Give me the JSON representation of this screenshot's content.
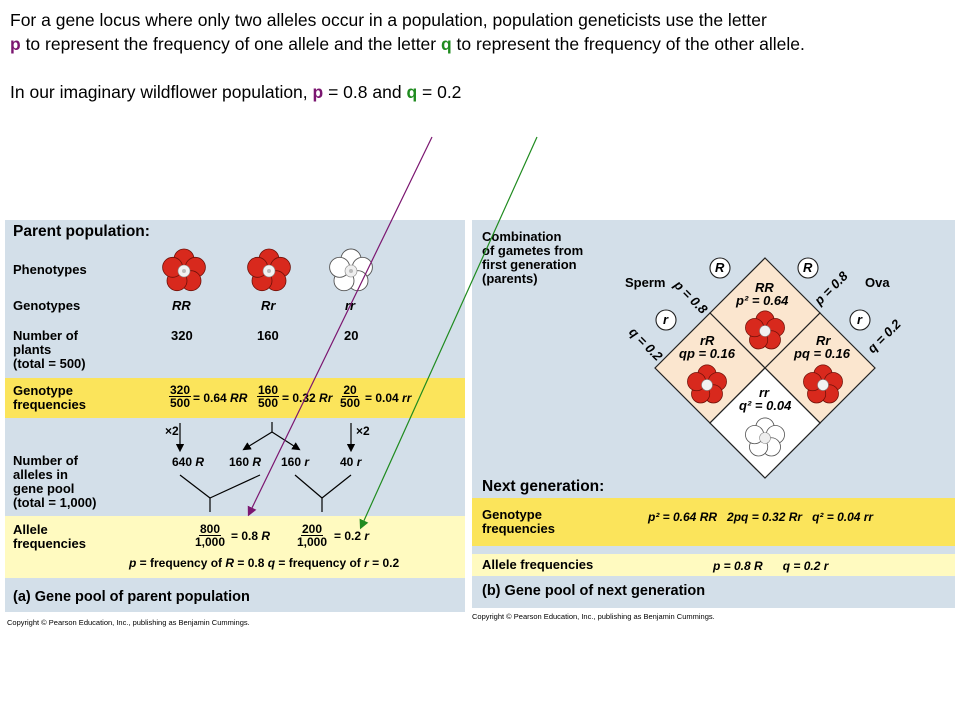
{
  "intro": {
    "line1_a": "For a gene locus where only two alleles occur in a population, population geneticists use the letter",
    "line1_p": "p",
    "line1_b": " to represent the frequency of one allele and the letter ",
    "line1_q": "q",
    "line1_c": " to represent the frequency of the other allele.",
    "line2_a": "In our imaginary wildflower population, ",
    "line2_p": "p",
    "line2_b": " = 0.8 and ",
    "line2_q": "q",
    "line2_c": " = 0.2"
  },
  "panel_a": {
    "title": "Parent population:",
    "phenotypes_label": "Phenotypes",
    "genotypes_label": "Genotypes",
    "genotypes": [
      "RR",
      "Rr",
      "rr"
    ],
    "plants_label_1": "Number of",
    "plants_label_2": "plants",
    "plants_label_3": "(total = 500)",
    "plant_counts": [
      "320",
      "160",
      "20"
    ],
    "gf_label_1": "Genotype",
    "gf_label_2": "frequencies",
    "gf": [
      {
        "num": "320",
        "den": "500",
        "result": "= 0.64",
        "geno": "RR"
      },
      {
        "num": "160",
        "den": "500",
        "result": "= 0.32",
        "geno": "Rr"
      },
      {
        "num": "20",
        "den": "500",
        "result": "= 0.04",
        "geno": "rr"
      }
    ],
    "times2": "×2",
    "alleles_label_1": "Number of",
    "alleles_label_2": "alleles in",
    "alleles_label_3": "gene pool",
    "alleles_label_4": "(total = 1,000)",
    "allele_counts": [
      {
        "n": "640",
        "a": "R"
      },
      {
        "n": "160",
        "a": "R"
      },
      {
        "n": "160",
        "a": "r"
      },
      {
        "n": "40",
        "a": "r"
      }
    ],
    "af_label_1": "Allele",
    "af_label_2": "frequencies",
    "af": [
      {
        "num": "800",
        "den": "1,000",
        "result": "= 0.8",
        "a": "R"
      },
      {
        "num": "200",
        "den": "1,000",
        "result": "= 0.2",
        "a": "r"
      }
    ],
    "af_def_p": "p",
    "af_def_1": " = frequency of ",
    "af_def_R": "R",
    "af_def_2": " = 0.8  ",
    "af_def_q": "q",
    "af_def_3": " = frequency of ",
    "af_def_r": "r",
    "af_def_4": " = 0.2",
    "caption": "(a) Gene pool of parent population",
    "copyright": "Copyright © Pearson Education, Inc., publishing as Benjamin Cummings."
  },
  "panel_b": {
    "combo_1": "Combination",
    "combo_2": "of gametes from",
    "combo_3": "first generation",
    "combo_4": "(parents)",
    "sperm": "Sperm",
    "ova": "Ova",
    "R": "R",
    "r": "r",
    "p08": "p = 0.8",
    "q02": "q = 0.2",
    "cells": {
      "RR_geno": "RR",
      "RR_freq": "p² = 0.64",
      "rR_geno": "rR",
      "rR_freq": "qp = 0.16",
      "Rr_geno": "Rr",
      "Rr_freq": "pq = 0.16",
      "rr_geno": "rr",
      "rr_freq": "q² = 0.04"
    },
    "next_title": "Next generation:",
    "gf_label_1": "Genotype",
    "gf_label_2": "frequencies",
    "gf_values": "p² = 0.64 RR   2pq = 0.32 Rr   q² = 0.04 rr",
    "af_label": "Allele frequencies",
    "af_values": "p = 0.8 R      q = 0.2 r",
    "caption": "(b) Gene pool of next generation",
    "copyright": "Copyright © Pearson Education, Inc., publishing as Benjamin Cummings."
  },
  "colors": {
    "panel_bg": "#d3dfe9",
    "yellow": "#fbe45b",
    "pale_yellow": "#fffac0",
    "p_color": "#7b1670",
    "q_color": "#1f8b1f",
    "red_flower": "#d8291d",
    "cell_bg": "#fbe6cf"
  }
}
